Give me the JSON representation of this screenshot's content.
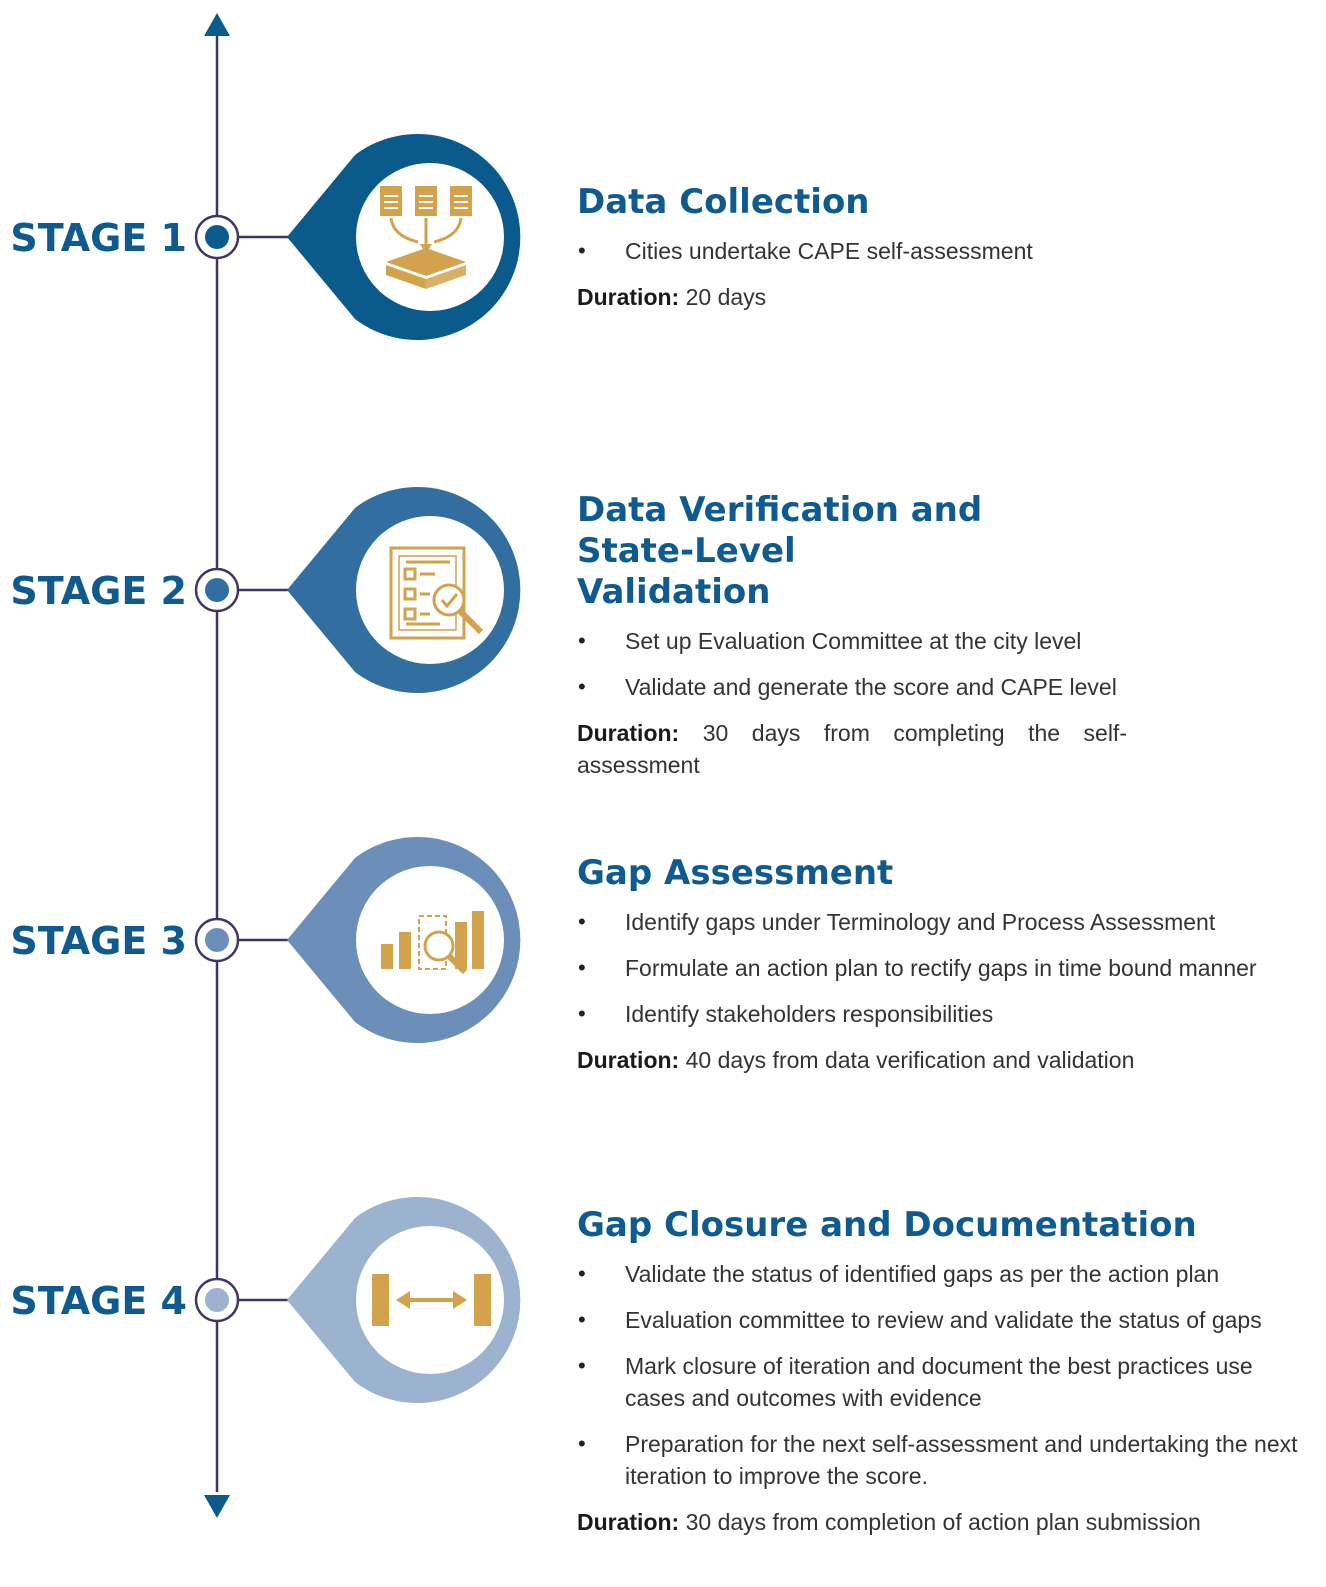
{
  "colors": {
    "axis": "#3f3665",
    "stage1": "#0b5a8c",
    "stage2": "#326fa0",
    "stage3": "#6b8fb8",
    "stage4": "#9cb3cf",
    "icon_gold": "#d2a24c",
    "title_blue": "#0f5a8f"
  },
  "stages": [
    {
      "label": "STAGE 1",
      "icon": "data-collection-icon",
      "title": "Data Collection",
      "bullets": [
        "Cities undertake CAPE self-assessment"
      ],
      "duration_label": "Duration:",
      "duration_text": " 20 days"
    },
    {
      "label": "STAGE 2",
      "icon": "checklist-magnifier-icon",
      "title": "Data Verification and State-Level Validation",
      "bullets": [
        "Set up Evaluation Committee at the city level",
        "Validate and generate the score and CAPE level"
      ],
      "duration_label": "Duration:",
      "duration_text": " 30 days from completing the self-assessment"
    },
    {
      "label": "STAGE 3",
      "icon": "bar-chart-magnifier-icon",
      "title": "Gap Assessment",
      "bullets": [
        "Identify gaps under Terminology and Process Assessment",
        "Formulate an action plan to rectify gaps in time bound manner",
        "Identify stakeholders responsibilities"
      ],
      "duration_label": "Duration:",
      "duration_text": " 40 days from data verification and validation"
    },
    {
      "label": "STAGE 4",
      "icon": "gap-closure-arrows-icon",
      "title": "Gap Closure and Documentation",
      "bullets": [
        "Validate the status of identified gaps as per the action plan",
        "Evaluation committee to review and validate the status of gaps",
        "Mark closure of iteration and document the best practices use cases and outcomes with evidence",
        "Preparation for the next self-assessment and undertaking the next iteration to improve the score."
      ],
      "duration_label": "Duration:",
      "duration_text": " 30 days from completion of action plan submission"
    }
  ]
}
